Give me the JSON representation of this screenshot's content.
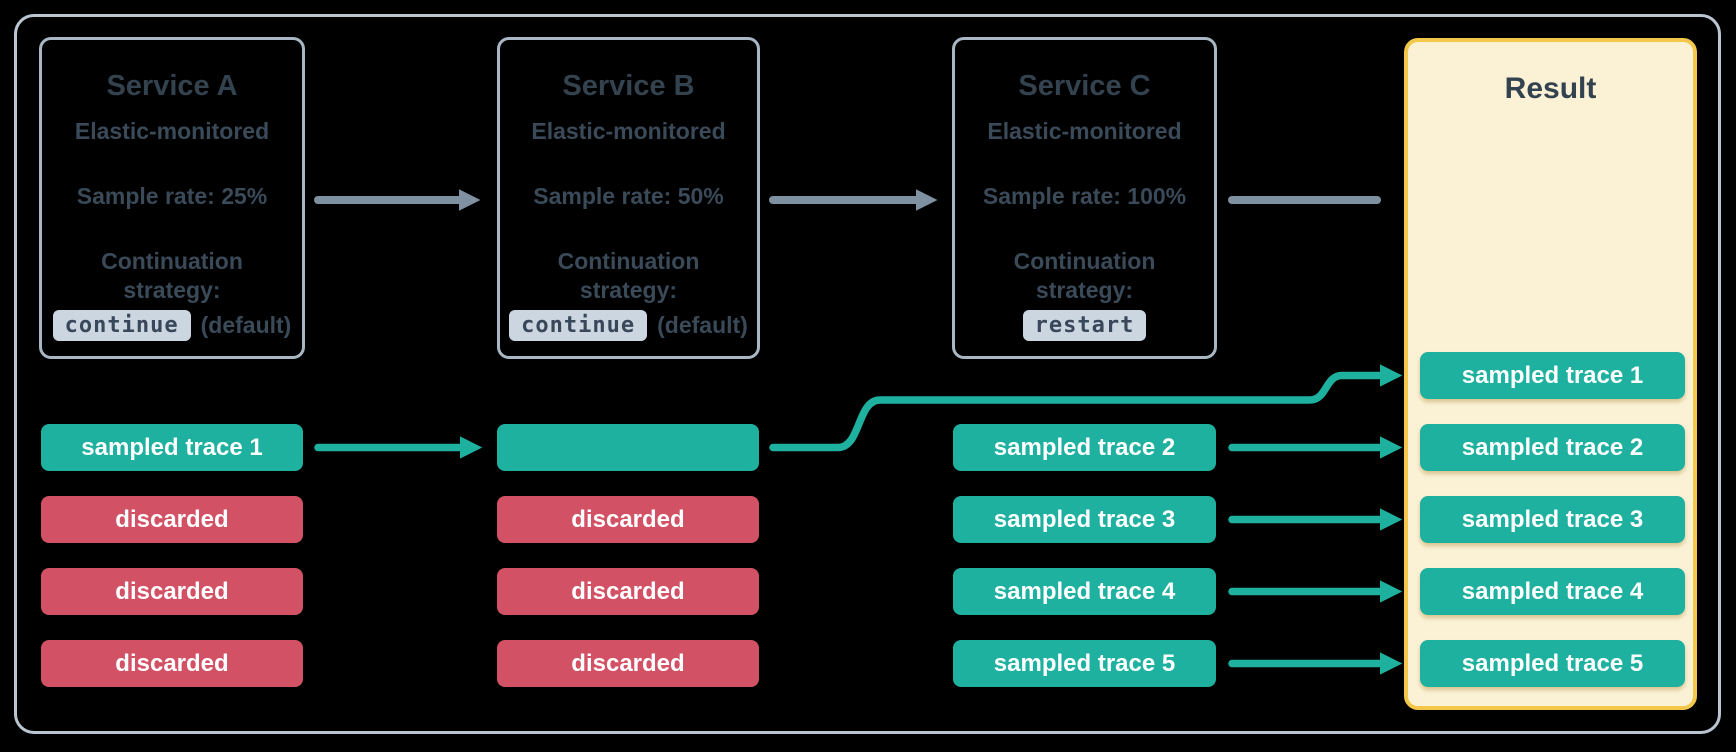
{
  "colors": {
    "background": "#000000",
    "outer_frame_border": "#bac5d2",
    "service_box_border": "#a9b7c5",
    "text_slate": "#3a4a59",
    "title_slate": "#33424f",
    "badge_background": "#ccd6e0",
    "sampled_teal": "#1fb1a0",
    "discarded_red": "#d25164",
    "result_fill": "#fbf2d6",
    "result_border": "#f2c74a",
    "flow_arrow_gray": "#7f90a1",
    "white_text": "#ffffff"
  },
  "services": [
    {
      "title": "Service A",
      "subtitle": "Elastic-monitored",
      "sample_rate": "Sample rate: 25%",
      "strategy_line1": "Continuation",
      "strategy_line2": "strategy:",
      "strategy_value": "continue",
      "strategy_note": "(default)"
    },
    {
      "title": "Service B",
      "subtitle": "Elastic-monitored",
      "sample_rate": "Sample rate: 50%",
      "strategy_line1": "Continuation",
      "strategy_line2": "strategy:",
      "strategy_value": "continue",
      "strategy_note": "(default)"
    },
    {
      "title": "Service C",
      "subtitle": "Elastic-monitored",
      "sample_rate": "Sample rate: 100%",
      "strategy_line1": "Continuation",
      "strategy_line2": "strategy:",
      "strategy_value": "restart",
      "strategy_note": ""
    }
  ],
  "lanes": {
    "service_a": [
      "sampled trace 1",
      "discarded",
      "discarded",
      "discarded"
    ],
    "service_b": [
      "",
      "discarded",
      "discarded",
      "discarded"
    ],
    "service_c": [
      "sampled trace 2",
      "sampled trace 3",
      "sampled trace 4",
      "sampled trace 5"
    ]
  },
  "result": {
    "title": "Result",
    "rows": [
      "sampled trace 1",
      "sampled trace 2",
      "sampled trace 3",
      "sampled trace 4",
      "sampled trace 5"
    ]
  }
}
